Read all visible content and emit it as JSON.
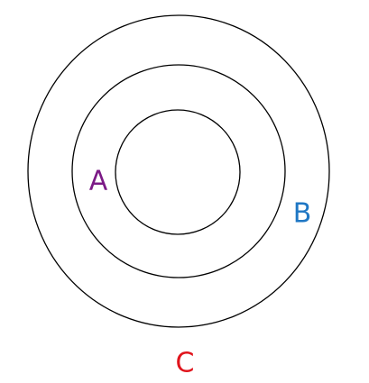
{
  "diagram": {
    "rings": [
      {
        "name": "inner"
      },
      {
        "name": "middle"
      },
      {
        "name": "outer"
      }
    ],
    "labels": {
      "a": {
        "text": "A",
        "color": "#7B1A86"
      },
      "b": {
        "text": "B",
        "color": "#1F77C4"
      },
      "c": {
        "text": "C",
        "color": "#E0141C"
      }
    }
  }
}
